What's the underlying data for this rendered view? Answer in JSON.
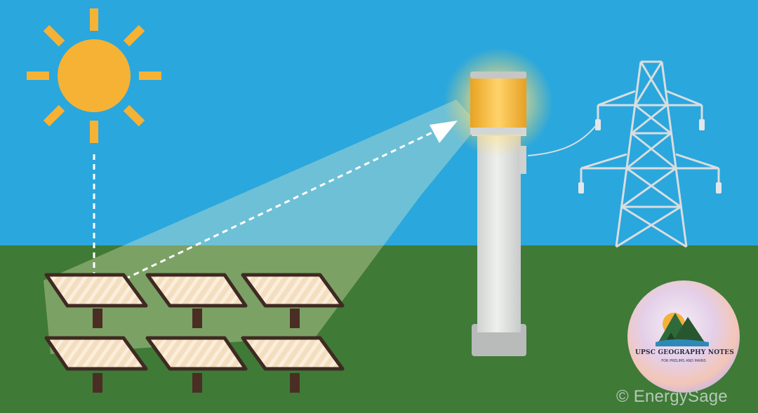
{
  "credit": "© EnergySage",
  "logo": {
    "title": "UPSC GEOGRAPHY NOTES",
    "subtitle": "FOR PRELIMS AND MAINS"
  },
  "colors": {
    "sky": "#2aa7dd",
    "ground": "#3f7a37",
    "sun": "#f6b234",
    "receiver": "#f2b432",
    "tower": "#dfe1df",
    "pylon": "#d9dde0",
    "mirror": "#f3dfc4"
  },
  "icons": [
    "sun-icon",
    "heliostat-mirror",
    "solar-tower",
    "transmission-pylon",
    "logo-badge"
  ]
}
